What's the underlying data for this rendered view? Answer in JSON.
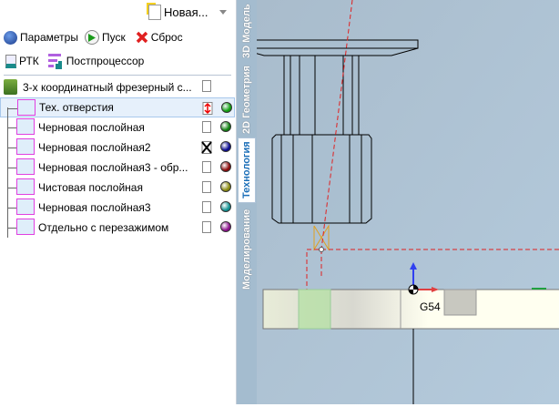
{
  "toolbar": {
    "new_label": "Новая...",
    "params_label": "Параметры",
    "run_label": "Пуск",
    "reset_label": "Сброс",
    "rtk_label": "РТК",
    "post_label": "Постпроцессор"
  },
  "machine": {
    "label": "3-х координатный фрезерный с..."
  },
  "operations": [
    {
      "label": "Тех. отверстия",
      "color": "#10a010",
      "status": "document-error"
    },
    {
      "label": "Черновая послойная",
      "color": "#108010",
      "status": "document"
    },
    {
      "label": "Черновая послойная2",
      "color": "#0a0a90",
      "status": "document-crossed"
    },
    {
      "label": "Черновая послойная3 - обр...",
      "color": "#8a0a0a",
      "status": "document"
    },
    {
      "label": "Чистовая послойная",
      "color": "#8a8a10",
      "status": "document"
    },
    {
      "label": "Черновая послойная3",
      "color": "#109090",
      "status": "document"
    },
    {
      "label": "Отдельно с перезажимом",
      "color": "#8a108a",
      "status": "document"
    }
  ],
  "tabs": [
    {
      "label": "3D Модель"
    },
    {
      "label": "2D Геометрия"
    },
    {
      "label": "Технология"
    },
    {
      "label": "Моделирование"
    }
  ],
  "viewport": {
    "wcs_label": "G54"
  }
}
